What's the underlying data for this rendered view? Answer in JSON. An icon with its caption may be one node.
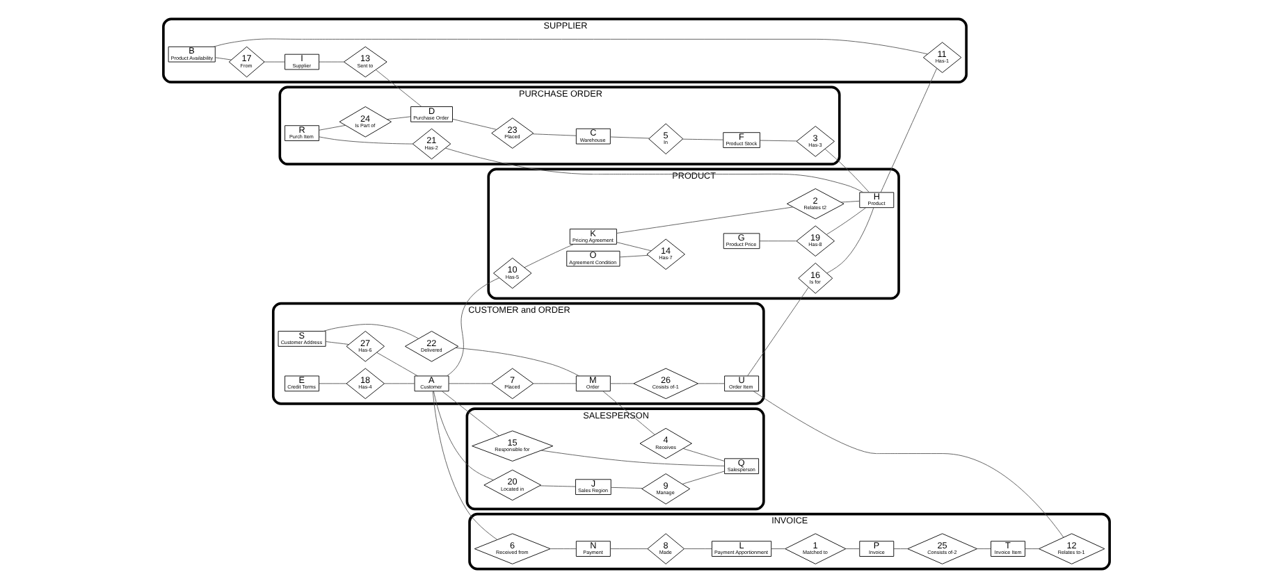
{
  "diagram": {
    "nodes": [
      {
        "text": [
          "CUSTOMER and ORDER"
        ]
      },
      {
        "text": [
          "E",
          "Credit Terms"
        ],
        "in": 0
      },
      {
        "text": [
          "18",
          "Has-4"
        ],
        "in": 0
      },
      {
        "text": [
          "A",
          "Customer"
        ],
        "in": 0
      },
      {
        "text": [
          "S",
          "Customer Address"
        ],
        "in": 0
      },
      {
        "text": [
          "27",
          "Has-6"
        ],
        "in": 0
      },
      {
        "text": [
          "7",
          "Placed"
        ],
        "in": 0
      },
      {
        "text": [
          "22",
          "Delivered"
        ],
        "in": 0
      },
      {
        "text": [
          "M",
          "Order"
        ],
        "in": 0
      },
      {
        "text": [
          "26",
          "Cosists of-1"
        ],
        "in": 0
      },
      {
        "text": [
          "U",
          "Order Item"
        ],
        "in": 0
      },
      {
        "text": [
          "SALESPERSON"
        ]
      },
      {
        "text": [
          "20",
          "Located in"
        ],
        "in": 11
      },
      {
        "text": [
          "J",
          "Sales Region"
        ],
        "in": 11
      },
      {
        "text": [
          "9",
          "Manage"
        ],
        "in": 11
      },
      {
        "text": [
          "15",
          "Responsible for"
        ],
        "in": 11
      },
      {
        "text": [
          "Q",
          "Salesperson"
        ],
        "in": 11
      },
      {
        "text": [
          "4",
          "Receives"
        ],
        "in": 11
      },
      {
        "text": [
          "PRODUCT"
        ]
      },
      {
        "text": [
          "10",
          "Has-5"
        ],
        "in": 18
      },
      {
        "text": [
          "O",
          "Agreement Condition"
        ],
        "in": 18
      },
      {
        "text": [
          "K",
          "Pricing Agreement"
        ],
        "in": 18
      },
      {
        "text": [
          "14",
          "Has-7"
        ],
        "in": 18
      },
      {
        "text": [
          "2",
          "Relates t2"
        ],
        "in": 18
      },
      {
        "text": [
          "16",
          "Is for"
        ],
        "in": 18
      },
      {
        "text": [
          "H",
          "Product"
        ],
        "in": 18
      },
      {
        "text": [
          "G",
          "Product Price"
        ],
        "in": 18
      },
      {
        "text": [
          "19",
          "Has-8"
        ],
        "in": 18
      },
      {
        "text": [
          "SUPPLIER"
        ]
      },
      {
        "text": [
          "B",
          "Product Availability"
        ],
        "in": 28
      },
      {
        "text": [
          "17",
          "From"
        ],
        "in": 28
      },
      {
        "text": [
          "I",
          "Supplier"
        ],
        "in": 28
      },
      {
        "text": [
          "11",
          "Has-1"
        ],
        "in": 28
      },
      {
        "text": [
          "13",
          "Sent to"
        ],
        "in": 28
      },
      {
        "text": [
          "PURCHASE ORDER"
        ]
      },
      {
        "text": [
          "R",
          "Purch Item"
        ],
        "in": 34
      },
      {
        "text": [
          "24",
          "Is Part of"
        ],
        "in": 34
      },
      {
        "text": [
          "D",
          "Purchase Order"
        ],
        "in": 34
      },
      {
        "text": [
          "21",
          "Has-2"
        ],
        "in": 34
      },
      {
        "text": [
          "23",
          "Placed"
        ],
        "in": 34
      },
      {
        "text": [
          "C",
          "Warehouse"
        ],
        "in": 34
      },
      {
        "text": [
          "3",
          "Has-3"
        ],
        "in": 34
      },
      {
        "text": [
          "F",
          "Product Stock"
        ],
        "in": 34
      },
      {
        "text": [
          "5",
          "In"
        ],
        "in": 34
      },
      {
        "text": [
          "INVOICE"
        ]
      },
      {
        "text": [
          "6",
          "Received from"
        ],
        "in": 44
      },
      {
        "text": [
          "N",
          "Payment"
        ],
        "in": 44
      },
      {
        "text": [
          "8",
          "Made"
        ],
        "in": 44
      },
      {
        "text": [
          "L",
          "Payment Apportionment"
        ],
        "in": 44
      },
      {
        "text": [
          "1",
          "Matched to"
        ],
        "in": 44
      },
      {
        "text": [
          "P",
          "Invoice"
        ],
        "in": 44
      },
      {
        "text": [
          "25",
          "Consists of-2"
        ],
        "in": 44
      },
      {
        "text": [
          "T",
          "Invoice Item"
        ],
        "in": 44
      },
      {
        "text": [
          "12",
          "Relates to-1"
        ],
        "in": 44
      }
    ],
    "edges": [
      {
        "from": 1,
        "to": 2,
        "arrow": "none"
      },
      {
        "from": 2,
        "to": 3,
        "arrow": "none"
      },
      {
        "from": 3,
        "to": 19,
        "arrow": "none"
      },
      {
        "from": 3,
        "to": 12,
        "arrow": "none"
      },
      {
        "from": 3,
        "to": 15,
        "arrow": "none"
      },
      {
        "from": 3,
        "to": 45,
        "arrow": "none"
      },
      {
        "from": 4,
        "to": 5,
        "arrow": "none"
      },
      {
        "from": 5,
        "to": 3,
        "arrow": "none"
      },
      {
        "from": 3,
        "to": 6,
        "arrow": "none"
      },
      {
        "from": 6,
        "to": 8,
        "arrow": "none"
      },
      {
        "from": 4,
        "to": 7,
        "arrow": "none"
      },
      {
        "from": 7,
        "to": 8,
        "arrow": "none"
      },
      {
        "from": 8,
        "to": 17,
        "arrow": "none"
      },
      {
        "from": 8,
        "to": 9,
        "arrow": "none"
      },
      {
        "from": 9,
        "to": 10,
        "arrow": "none"
      },
      {
        "from": 10,
        "to": 24,
        "arrow": "none"
      },
      {
        "from": 10,
        "to": 53,
        "arrow": "none"
      },
      {
        "from": 12,
        "to": 13,
        "arrow": "none"
      },
      {
        "from": 13,
        "to": 14,
        "arrow": "none"
      },
      {
        "from": 14,
        "to": 16,
        "arrow": "none"
      },
      {
        "from": 15,
        "to": 16,
        "arrow": "none"
      },
      {
        "from": 17,
        "to": 16,
        "arrow": "none"
      },
      {
        "from": 19,
        "to": 21,
        "arrow": "none"
      },
      {
        "from": 20,
        "to": 22,
        "arrow": "none"
      },
      {
        "from": 21,
        "to": 22,
        "arrow": "none"
      },
      {
        "from": 21,
        "to": 23,
        "arrow": "none"
      },
      {
        "from": 23,
        "to": 25,
        "arrow": "none"
      },
      {
        "from": 24,
        "to": 25,
        "arrow": "none"
      },
      {
        "from": 26,
        "to": 27,
        "arrow": "none"
      },
      {
        "from": 27,
        "to": 25,
        "arrow": "none"
      },
      {
        "from": 25,
        "to": 32,
        "arrow": "none"
      },
      {
        "from": 29,
        "to": 32,
        "arrow": "none"
      },
      {
        "from": 29,
        "to": 30,
        "arrow": "none"
      },
      {
        "from": 30,
        "to": 31,
        "arrow": "none"
      },
      {
        "from": 31,
        "to": 33,
        "arrow": "none"
      },
      {
        "from": 33,
        "to": 37,
        "arrow": "none"
      },
      {
        "from": 35,
        "to": 36,
        "arrow": "none"
      },
      {
        "from": 36,
        "to": 37,
        "arrow": "none"
      },
      {
        "from": 35,
        "to": 38,
        "arrow": "none"
      },
      {
        "from": 38,
        "to": 25,
        "arrow": "none"
      },
      {
        "from": 37,
        "to": 39,
        "arrow": "none"
      },
      {
        "from": 39,
        "to": 40,
        "arrow": "none"
      },
      {
        "from": 40,
        "to": 43,
        "arrow": "none"
      },
      {
        "from": 43,
        "to": 42,
        "arrow": "none"
      },
      {
        "from": 42,
        "to": 41,
        "arrow": "none"
      },
      {
        "from": 41,
        "to": 25,
        "arrow": "none"
      },
      {
        "from": 45,
        "to": 46,
        "arrow": "none"
      },
      {
        "from": 46,
        "to": 47,
        "arrow": "none"
      },
      {
        "from": 47,
        "to": 48,
        "arrow": "none"
      },
      {
        "from": 48,
        "to": 49,
        "arrow": "none"
      },
      {
        "from": 49,
        "to": 50,
        "arrow": "none"
      },
      {
        "from": 50,
        "to": 51,
        "arrow": "none"
      },
      {
        "from": 51,
        "to": 52,
        "arrow": "none"
      },
      {
        "from": 52,
        "to": 53,
        "arrow": "none"
      }
    ]
  }
}
